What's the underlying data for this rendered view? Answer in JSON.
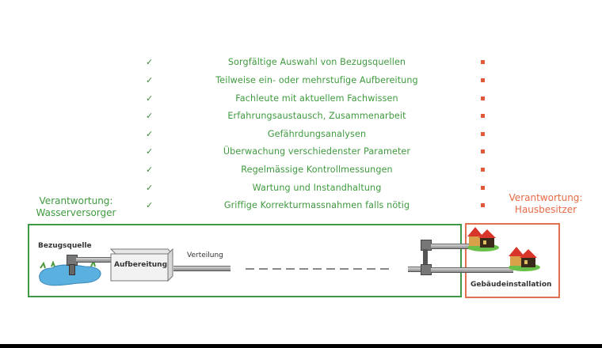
{
  "checklist": {
    "check_symbol": "✓",
    "items": [
      "Sorgfältige Auswahl von Bezugsquellen",
      "Teilweise ein- oder mehrstufige Aufbereitung",
      "Fachleute mit aktuellem Fachwissen",
      "Erfahrungsaustausch, Zusammenarbeit",
      "Gefährdungsanalysen",
      "Überwachung verschiedenster Parameter",
      "Regelmässige Kontrollmessungen",
      "Wartung und Instandhaltung",
      "Griffige Korrekturmassnahmen falls nötig"
    ]
  },
  "responsibility": {
    "supplier": {
      "line1": "Verantwortung:",
      "line2": "Wasserversorger"
    },
    "owner": {
      "line1": "Verantwortung:",
      "line2": "Hausbesitzer"
    }
  },
  "diagram": {
    "source_label": "Bezugsquelle",
    "treatment_label": "Aufbereitung",
    "distribution_label": "Verteilung",
    "building_label": "Gebäudeinstallation"
  },
  "colors": {
    "green": "#3f9a48",
    "orange": "#e0704f",
    "red_marker": "#e05a3a"
  }
}
